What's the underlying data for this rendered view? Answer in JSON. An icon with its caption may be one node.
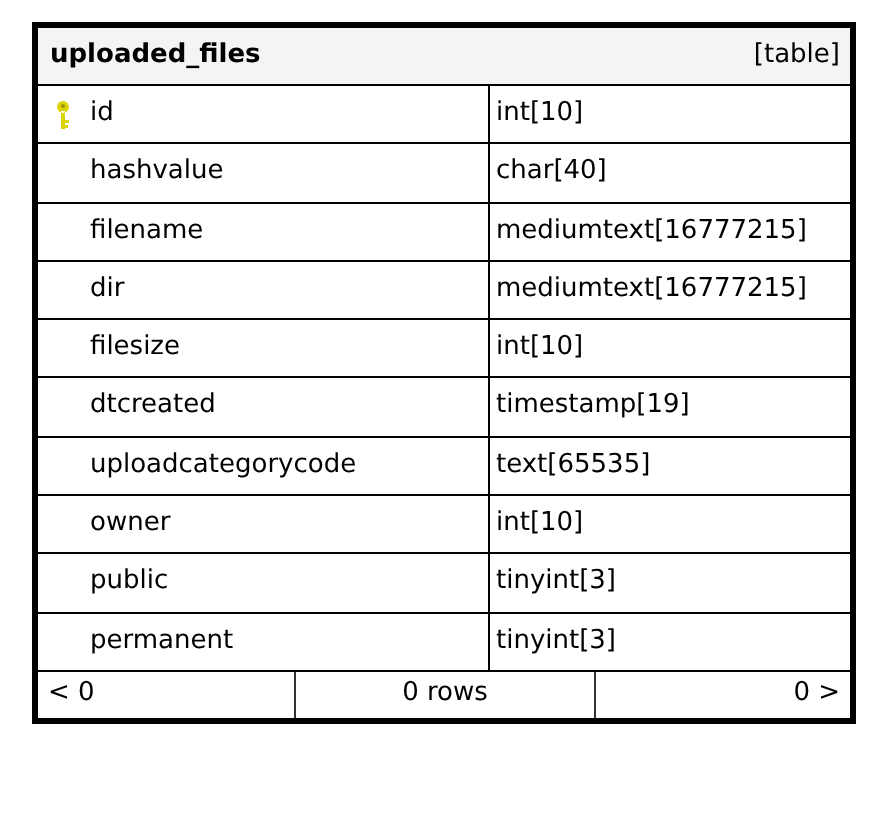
{
  "diagram": {
    "nodes": [
      {
        "text": [
          "uploaded_files",
          "[table]"
        ]
      }
    ],
    "labels": [
      "id",
      "int[10]",
      "hashvalue",
      "char[40]",
      "filename",
      "mediumtext[16777215]",
      "dir",
      "mediumtext[16777215]",
      "filesize",
      "int[10]",
      "dtcreated",
      "timestamp[19]",
      "uploadcategorycode",
      "text[65535]",
      "owner",
      "int[10]",
      "public",
      "tinyint[3]",
      "permanent",
      "tinyint[3]",
      "< 0",
      "0 rows",
      "0 >"
    ]
  }
}
